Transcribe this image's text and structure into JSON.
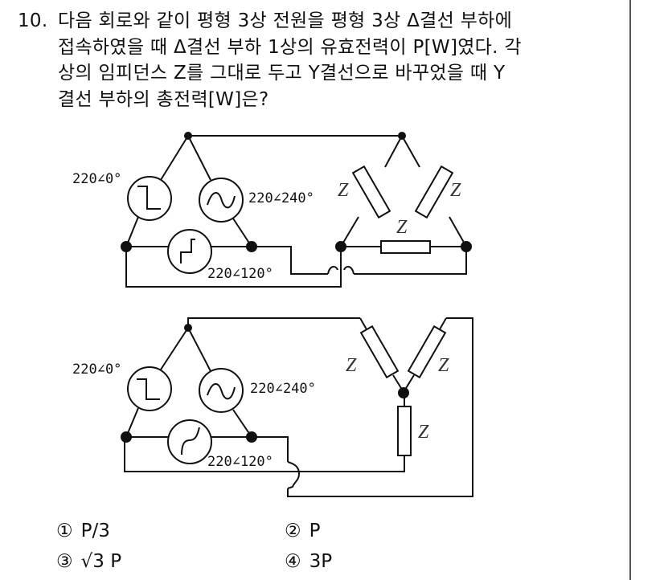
{
  "question": {
    "number": "10.",
    "lines": [
      "다음 회로와 같이 평형 3상 전원을 평형 3상 Δ결선 부하에",
      "접속하였을 때 Δ결선 부하 1상의 유효전력이 P[W]였다. 각",
      "상의 임피던스 Z를 그대로 두고 Y결선으로 바꾸었을 때 Y",
      "결선 부하의 총전력[W]은?"
    ]
  },
  "diagram_delta": {
    "sources": {
      "v1": "220∠0°",
      "v2": "220∠240°",
      "v3": "220∠120°"
    },
    "load_labels": [
      "Z",
      "Z",
      "Z"
    ]
  },
  "diagram_wye": {
    "sources": {
      "v1": "220∠0°",
      "v2": "220∠240°",
      "v3": "220∠120°"
    },
    "load_labels": [
      "Z",
      "Z",
      "Z"
    ]
  },
  "choices": [
    {
      "mark": "①",
      "text": "P/3"
    },
    {
      "mark": "②",
      "text": "P"
    },
    {
      "mark": "③",
      "text": "√3 P"
    },
    {
      "mark": "④",
      "text": "3P"
    }
  ],
  "colors": {
    "ink": "#111111",
    "border": "#555555"
  }
}
